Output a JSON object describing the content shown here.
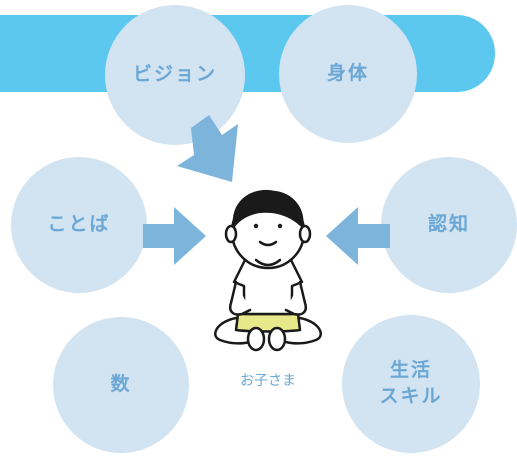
{
  "nodes": {
    "vision": "ビジョン",
    "body": "身体",
    "words": "ことば",
    "cognition": "認知",
    "number": "数",
    "life_skills_line1": "生活",
    "life_skills_line2": "スキル"
  },
  "center": {
    "label": "お子さま"
  },
  "colors": {
    "banner": "#5cc8f0",
    "circle": "#d2e3f1",
    "text": "#6aa7d4",
    "arrow": "#7db4dc",
    "child_pants": "#e6e88a"
  }
}
